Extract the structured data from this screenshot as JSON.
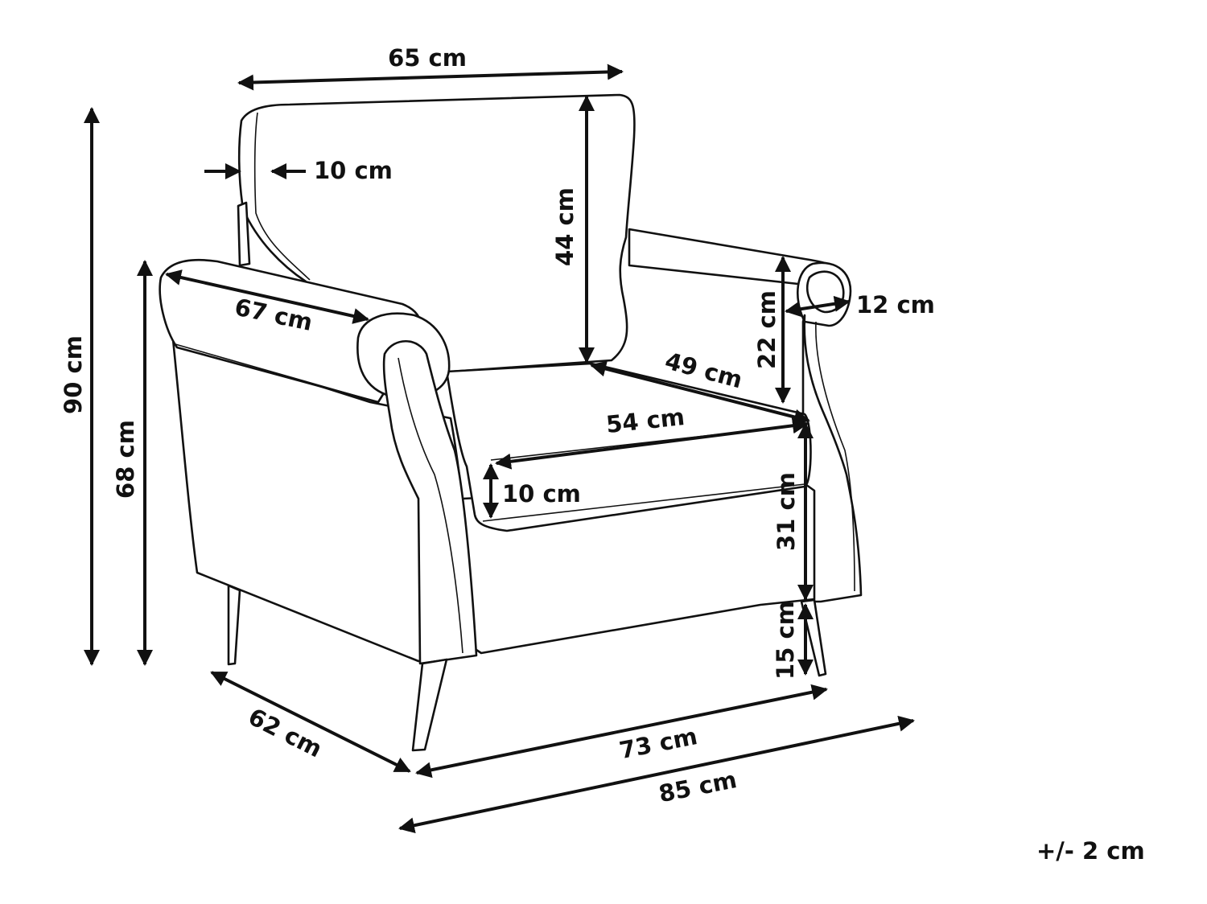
{
  "labels": {
    "back_width": "65 cm",
    "back_thickness": "10 cm",
    "back_height": "44 cm",
    "arm_length": "67 cm",
    "arm_height": "22 cm",
    "arm_width": "12 cm",
    "seat_depth": "49 cm",
    "seat_width": "54 cm",
    "cushion_thickness": "10 cm",
    "seat_height": "31 cm",
    "leg_height": "15 cm",
    "total_height": "90 cm",
    "arm_total_height": "68 cm",
    "total_depth": "62 cm",
    "base_width": "73 cm",
    "total_width": "85 cm"
  },
  "tolerance": "+/- 2 cm",
  "colors": {
    "line": "#111111",
    "background": "#ffffff"
  }
}
